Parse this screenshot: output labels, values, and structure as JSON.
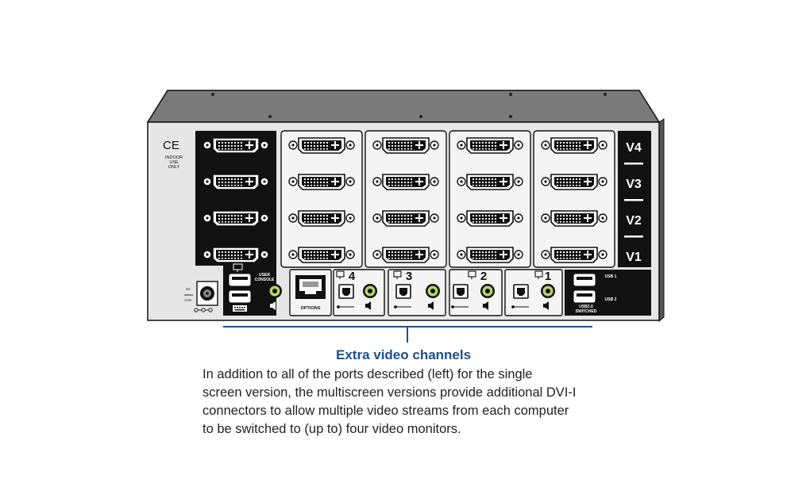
{
  "device": {
    "ce_mark": "CE",
    "indoor_notice": [
      "INDOOR",
      "USE",
      "ONLY"
    ],
    "power_label_lines": [
      "5V",
      "2.5A"
    ],
    "user_console_label": [
      "USER",
      "CONSOLE"
    ],
    "options_label": "OPTIONS",
    "computer_ports": [
      "4",
      "3",
      "2",
      "1"
    ],
    "video_channels": [
      "V4",
      "V3",
      "V2",
      "V1"
    ],
    "usb_labels": {
      "usb1": "USB 1",
      "usb2": "USB 2",
      "switched": [
        "USB2.0",
        "SWITCHED"
      ]
    }
  },
  "caption": {
    "title": "Extra video channels",
    "lines": [
      "In addition to all of the ports described (left) for the single",
      "screen version, the multiscreen versions provide additional DVI-I",
      "connectors to allow multiple video streams from each computer",
      "to be switched to (up to) four video monitors."
    ]
  },
  "colors": {
    "accent": "#1a4f8f",
    "chassis": "#6f6f6f",
    "panel": "#ececec",
    "black_panel": "#111111"
  }
}
